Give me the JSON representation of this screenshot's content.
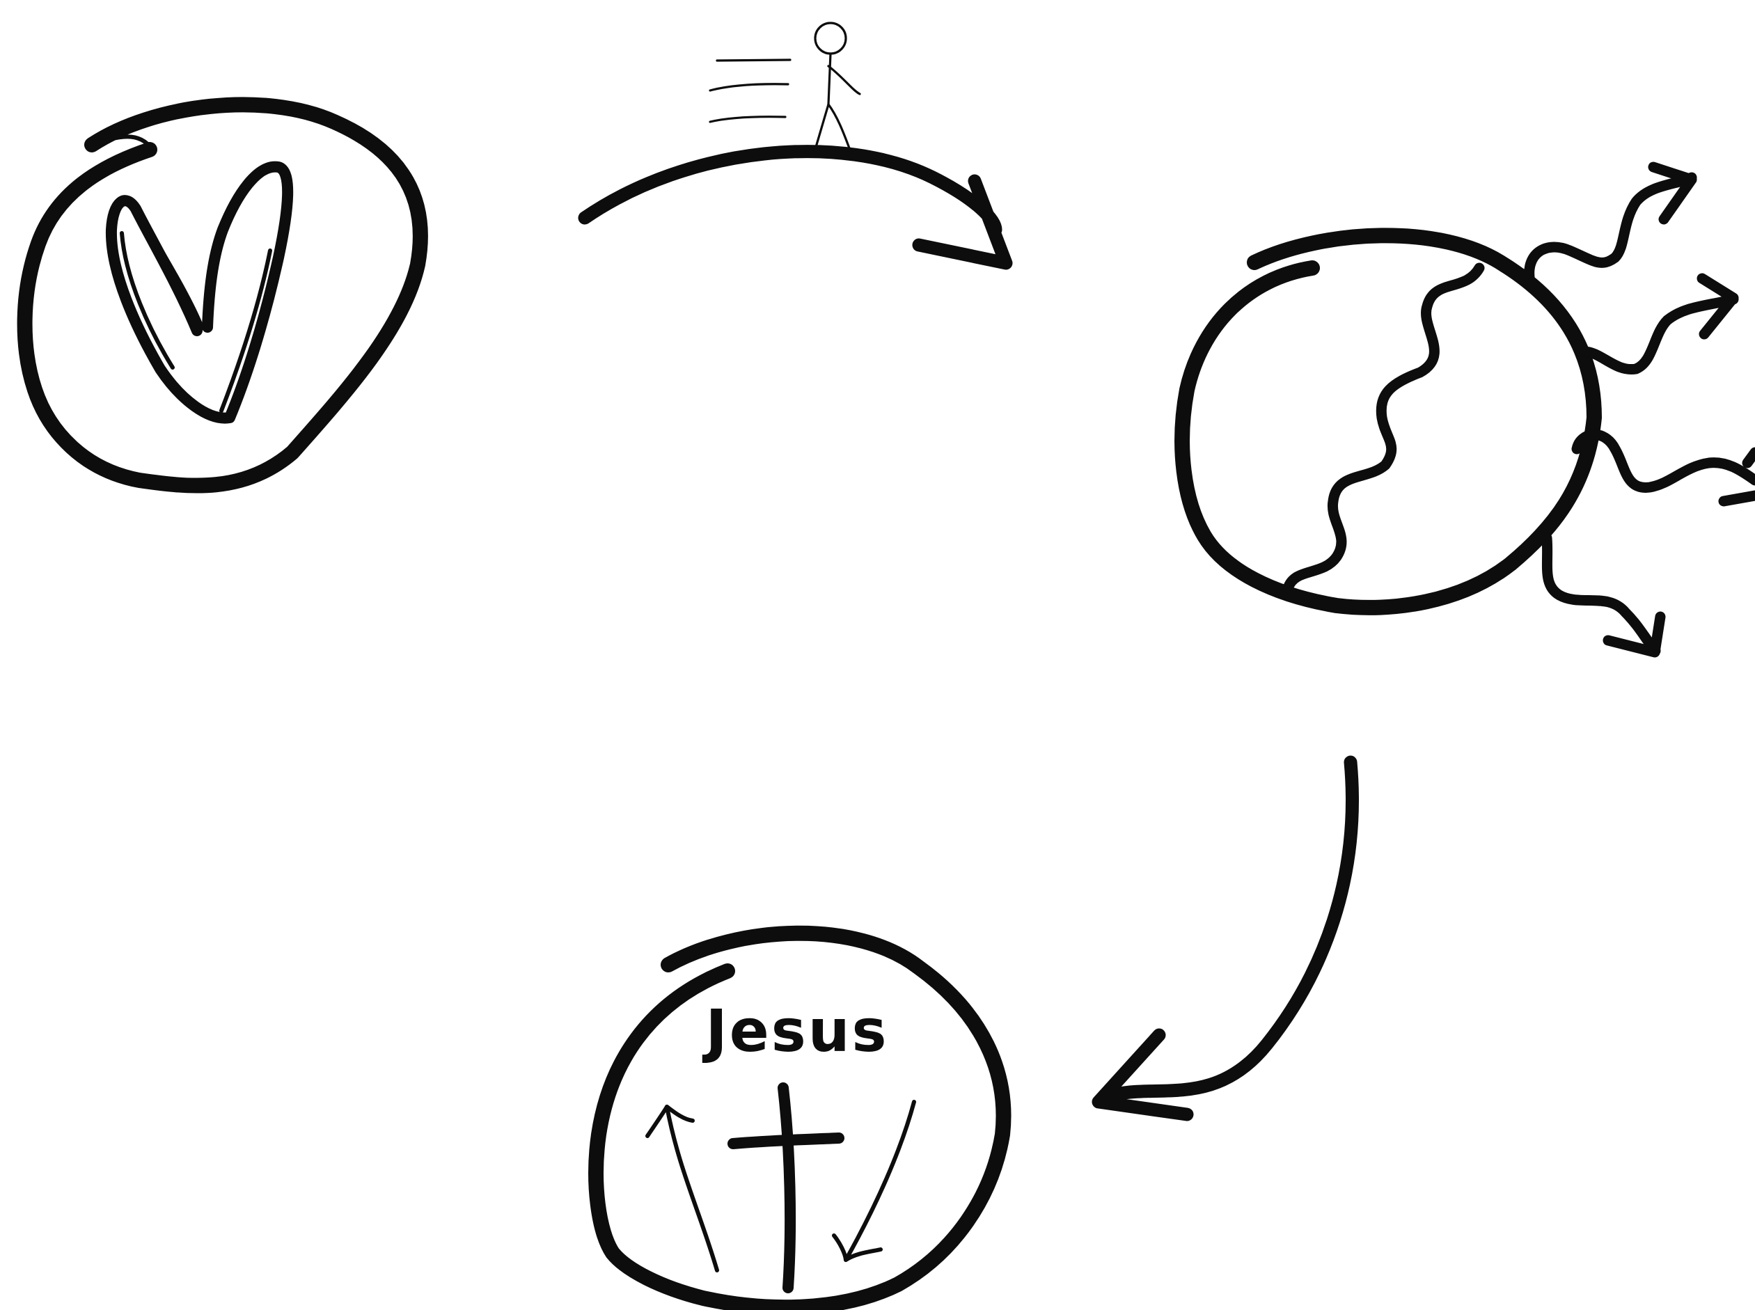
{
  "diagram": {
    "nodes": [
      {
        "id": "love",
        "icon": "heart-icon",
        "label": ""
      },
      {
        "id": "broken-world",
        "icon": "cracked-circle-icon",
        "label": ""
      },
      {
        "id": "jesus",
        "icon": "cross-icon",
        "label": "Jesus"
      }
    ],
    "edges": [
      {
        "from": "love",
        "to": "broken-world",
        "icon": "stick-figure-icon"
      },
      {
        "from": "broken-world",
        "to": "jesus"
      }
    ]
  },
  "colors": {
    "ink": "#0d0d0d",
    "background": "#ffffff"
  }
}
